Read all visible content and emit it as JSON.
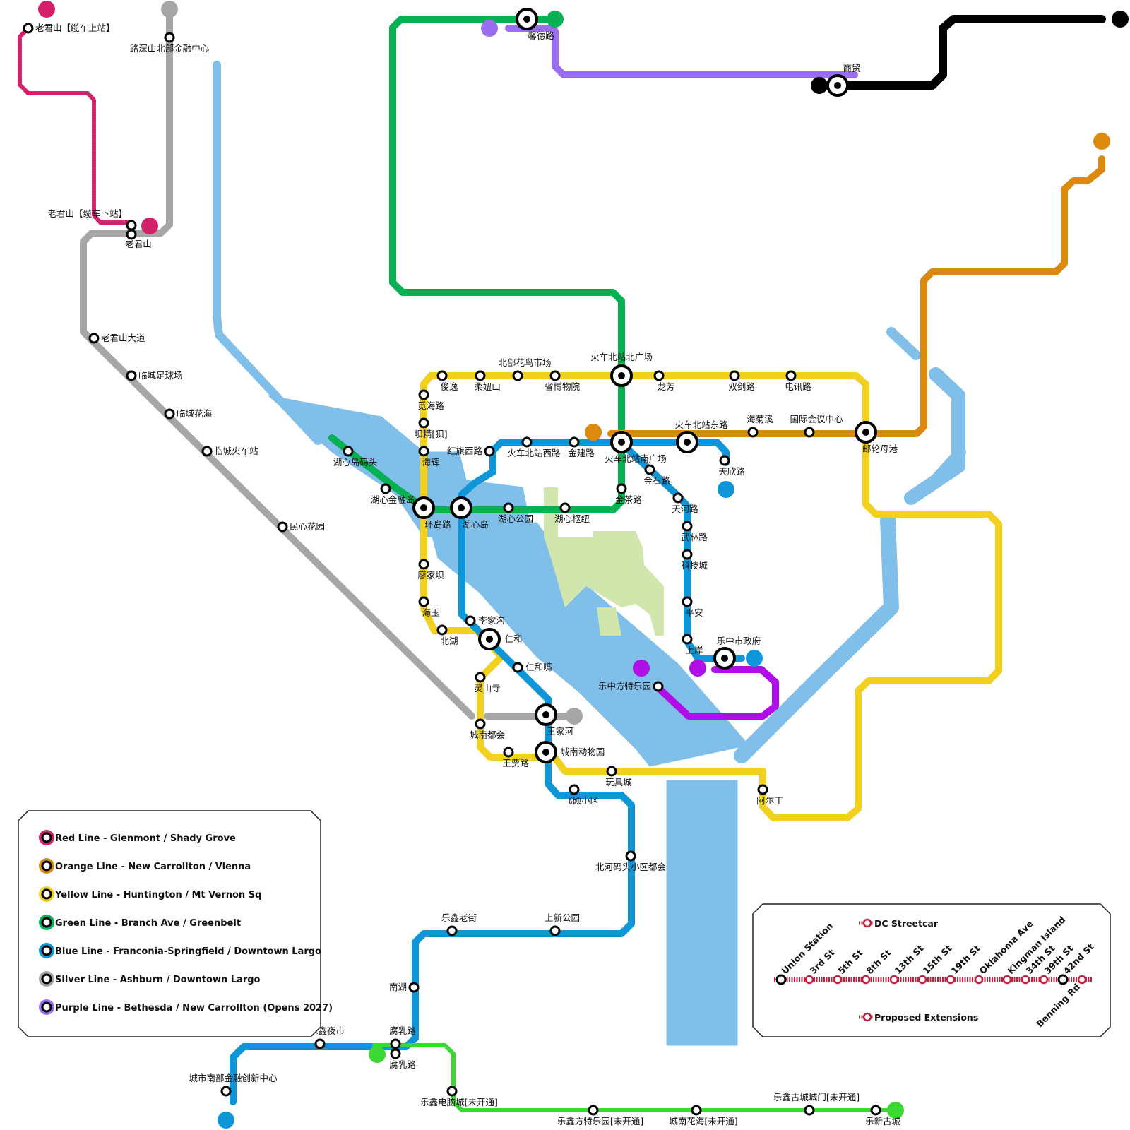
{
  "colors": {
    "red": "#d41f6b",
    "orange": "#dc8a0f",
    "yellow": "#f2d11e",
    "green": "#05b152",
    "blue": "#0e96d8",
    "silver": "#a6a6a6",
    "purple": "#9b6ef0",
    "black": "#000000",
    "magenta": "#b10de8",
    "light_green": "#3ad833",
    "water": "#7fbfe9",
    "park": "#d1e6ad",
    "streetcar": "#c0213f"
  },
  "stations": {
    "laojunshan_upper": "老君山【缆车上站】",
    "lushen_north": "路深山北部金融中心",
    "laojunshan_lower": "老君山【缆车下站】",
    "laojunshan": "老君山",
    "laojunshan_ave": "老君山大道",
    "lincheng_stadium": "临城足球场",
    "lincheng_flower": "临城花海",
    "lincheng_rail": "临城火车站",
    "minxin": "民心花园",
    "xinde": "馨德路",
    "shangmao": "商贸",
    "junyi": "俊逸",
    "rouniushan": "柔妞山",
    "north_flower": "北部花鸟市场",
    "museum": "省博物院",
    "north_square": "火车北站北广场",
    "longfang": "龙芳",
    "shuangjian": "双剑路",
    "dianxun": "电讯路",
    "mihai": "觅海路",
    "bagou": "坝耩[狈]",
    "haihui": "海辉",
    "hongqi_w": "红旗西路",
    "station_w": "火车北站西路",
    "jinjian": "金建路",
    "south_square": "火车北站南广场",
    "station_e": "火车北站东路",
    "haijuxi": "海菊溪",
    "conference": "国际会议中心",
    "cruise": "邮轮母港",
    "tianxin": "天欣路",
    "pier": "湖心岛码头",
    "finance_island": "湖心金融岛",
    "huandao": "环岛路",
    "huxindao": "湖心岛",
    "huxin_park": "湖心公园",
    "huxin_hub": "湖心枢纽",
    "jincha": "金茶路",
    "jinshi": "金石路",
    "tianhe": "天河路",
    "wulin": "武林路",
    "keji": "科技城",
    "pingan": "平安",
    "shangan": "上岸",
    "city_gov": "乐中市政府",
    "themepark": "乐中方特乐园",
    "liaojiaba": "廖家坝",
    "haiyu": "海玉",
    "beihu": "北湖",
    "lijiagou": "李家沟",
    "renhe": "仁和",
    "renhezui": "仁和嘴",
    "lingshan": "灵山寺",
    "chengnan_center": "城南都会",
    "wangjiahe": "王家河",
    "zoo": "城南动物园",
    "wangjia_rd": "王贾路",
    "toy": "玩具城",
    "feishuo": "飞硕小区",
    "aladdin": "阿尔丁",
    "beihe": "北河码头小区都会",
    "laojie": "乐鑫老街",
    "shangxin_park": "上新公园",
    "nanhu": "南湖",
    "night_market": "乐鑫夜市",
    "furu": "腐乳路",
    "south_fin": "城市南部金融创新中心",
    "electronics": "乐鑫电脑城[未开通]",
    "fantawild": "乐鑫方特乐园[未开通]",
    "chengnan_sea": "城南花海[未开通]",
    "ancient_gate": "乐鑫古城城门[未开通]",
    "ancient_city": "乐新古城"
  },
  "legend": {
    "lines": [
      {
        "key": "red",
        "label": "Red Line - Glenmont / Shady Grove"
      },
      {
        "key": "orange",
        "label": "Orange Line - New Carrollton / Vienna"
      },
      {
        "key": "yellow",
        "label": "Yellow Line - Huntington / Mt Vernon Sq"
      },
      {
        "key": "green",
        "label": "Green Line - Branch Ave / Greenbelt"
      },
      {
        "key": "blue",
        "label": "Blue Line - Franconia-Springfield / Downtown Largo"
      },
      {
        "key": "silver",
        "label": "Silver Line - Ashburn / Downtown Largo"
      },
      {
        "key": "purple",
        "label": "Purple Line - Bethesda / New Carrollton (Opens 2027)"
      }
    ]
  },
  "streetcar": {
    "title": "DC Streetcar",
    "proposed": "Proposed Extensions",
    "stops": [
      "Union Station",
      "3rd St",
      "5th St",
      "8th St",
      "13th St",
      "15th St",
      "19th St",
      "Oklahoma Ave",
      "Kingman Island",
      "34th St",
      "39th St",
      "42nd St",
      "Benning Rd"
    ]
  }
}
